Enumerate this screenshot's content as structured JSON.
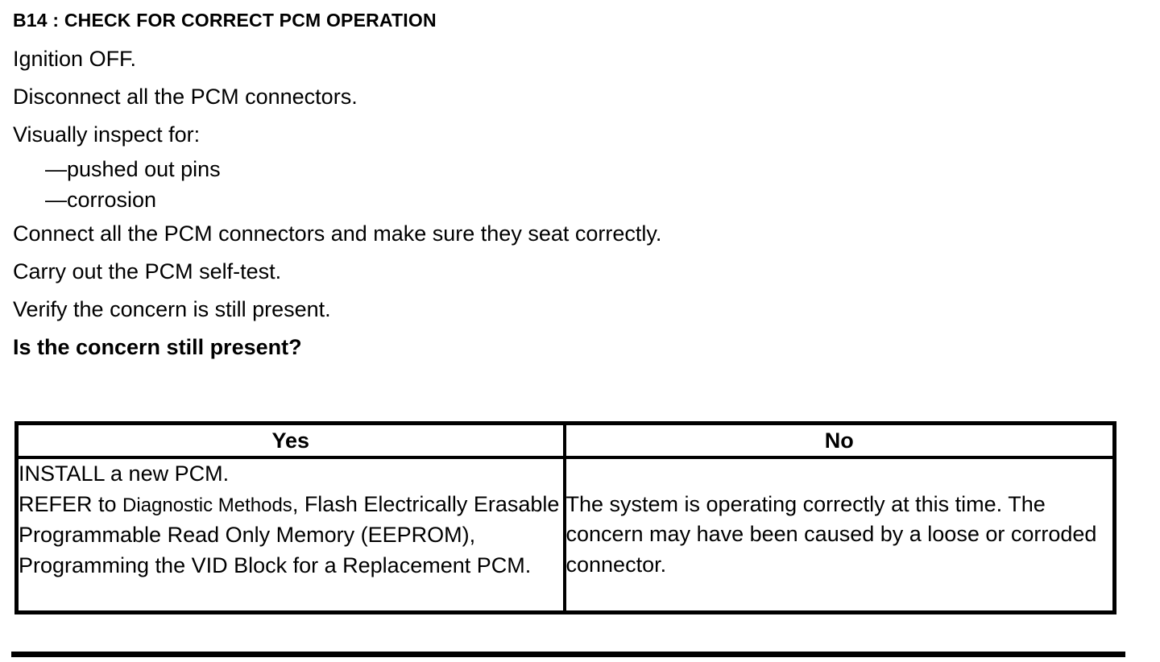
{
  "procedure": {
    "title": "B14 : CHECK FOR CORRECT PCM OPERATION",
    "steps": [
      "Ignition OFF.",
      "Disconnect all the PCM connectors.",
      "Visually inspect for:"
    ],
    "inspect_items": [
      "—pushed out pins",
      "—corrosion"
    ],
    "steps_after": [
      "Connect all the PCM connectors and make sure they seat correctly.",
      "Carry out the PCM self-test.",
      "Verify the concern is still present."
    ],
    "question": "Is the concern still present?"
  },
  "decision_table": {
    "yes_header": "Yes",
    "no_header": "No",
    "yes_cell": {
      "install_line": "INSTALL a new PCM.",
      "refer_prefix": "REFER to ",
      "refer_reference": "Diagnostic Methods",
      "refer_suffix": ", Flash Electrically Erasable Programmable Read Only Memory  (EEPROM), Programming the VID Block for a Replacement PCM."
    },
    "no_cell": "The system is operating correctly at this time. The concern may have been caused by a loose or corroded connector."
  },
  "colors": {
    "text": "#000000",
    "background": "#ffffff",
    "border": "#000000"
  }
}
